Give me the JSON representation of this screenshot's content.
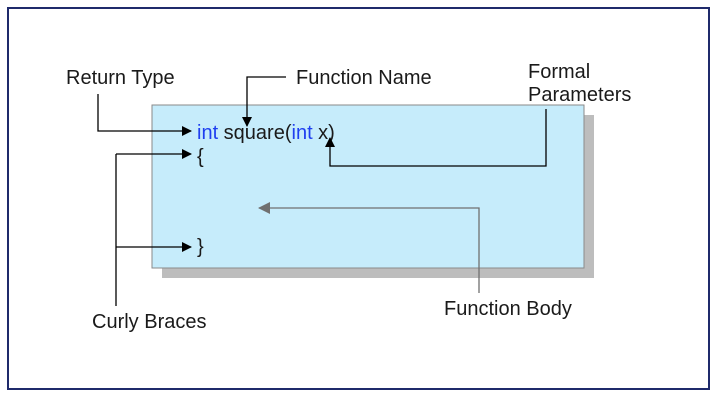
{
  "labels": {
    "return_type": "Return Type",
    "function_name": "Function Name",
    "formal_parameters_line1": "Formal",
    "formal_parameters_line2": "Parameters",
    "curly_braces": "Curly Braces",
    "function_body": "Function Body"
  },
  "code": {
    "return_keyword": "int",
    "function_signature_name": " square(",
    "param_keyword": "int",
    "param_rest": " x)",
    "open_brace": "{",
    "close_brace": "}"
  },
  "colors": {
    "frame_border": "#1f2a6b",
    "code_box_fill": "#c6ecfb",
    "code_box_border": "#8a8a8a",
    "shadow": "#bdbdbd",
    "keyword": "#1f3ff0",
    "arrow_dark": "#000000",
    "arrow_gray": "#707070"
  }
}
